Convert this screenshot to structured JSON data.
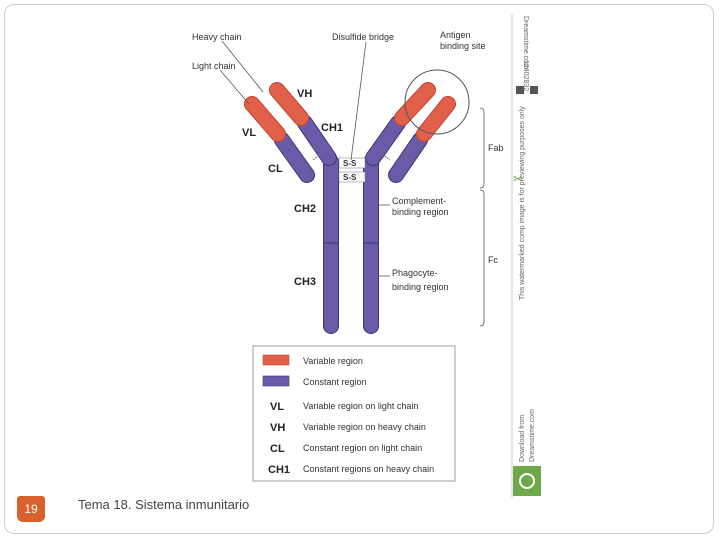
{
  "slide": {
    "page_number": "19",
    "footer_title": "Tema 18. Sistema inmunitario"
  },
  "diagram": {
    "labels": {
      "heavy_chain": "Heavy chain",
      "light_chain": "Light chain",
      "disulfide_bridge": "Disulfide bridge",
      "antigen_binding_site_1": "Antigen",
      "antigen_binding_site_2": "binding site",
      "vh": "VH",
      "vl": "VL",
      "ch1": "CH1",
      "cl": "CL",
      "ch2": "CH2",
      "ch3": "CH3",
      "ss_1": "S-S",
      "ss_2": "S-S",
      "fab": "Fab",
      "fc": "Fc",
      "complement_1": "Complement-",
      "complement_2": "binding region",
      "phagocyte_1": "Phagocyte-",
      "phagocyte_2": "binding region"
    },
    "colors": {
      "variable_region": "#e0604a",
      "constant_region": "#6a5aa8",
      "outline": "#3d3570"
    }
  },
  "legend": {
    "items": [
      {
        "key": "",
        "text": "Variable region"
      },
      {
        "key": "",
        "text": "Constant region"
      },
      {
        "key": "VL",
        "text": "Variable region on light chain"
      },
      {
        "key": "VH",
        "text": "Variable region on heavy chain"
      },
      {
        "key": "CL",
        "text": "Constant region on light chain"
      },
      {
        "key": "CH1",
        "text": "Constant regions on heavy chain"
      }
    ]
  },
  "watermark": {
    "id_text": "12402832",
    "site_text": "Dreamstime.com",
    "download_1": "Download from",
    "download_2": "Dreamstime.com",
    "small_text": "This watermarked comp image is for previewing purposes only"
  }
}
